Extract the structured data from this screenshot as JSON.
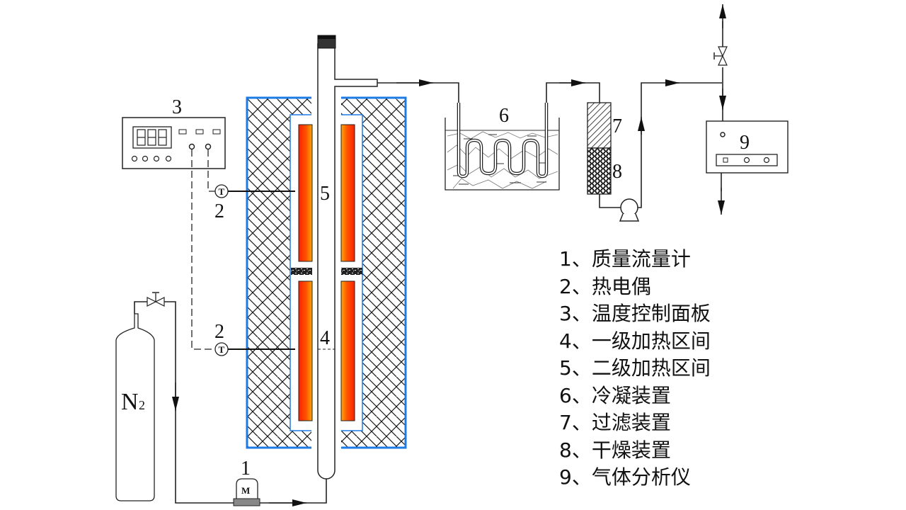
{
  "diagram": {
    "title": "Pyrolysis experimental apparatus schematic",
    "colors": {
      "insulation_border": "#1e7be6",
      "heater_hot": "#ff2a00",
      "heater_warm": "#ff9a00",
      "line": "#222222",
      "cap": "#333333"
    },
    "labels": {
      "mass_flow_meter_num": "1",
      "mass_flow_meter_glyph": "M",
      "thermocouple_num_upper": "2",
      "thermocouple_num_lower": "2",
      "thermocouple_glyph": "T",
      "control_panel_num": "3",
      "zone1_num": "4",
      "zone2_num": "5",
      "condenser_num": "6",
      "filter_num": "7",
      "dryer_num": "8",
      "analyzer_num": "9",
      "gas_cylinder": "N",
      "gas_cylinder_sub": "2"
    },
    "control_panel": {
      "display_digits": "888",
      "indicator_count": 3,
      "button_count": 4,
      "terminal_count": 2
    },
    "analyzer": {
      "controls": [
        "square-button",
        "round-button",
        "round-button"
      ]
    }
  },
  "legend": {
    "items": [
      {
        "num": "1",
        "sep": "、",
        "text": "质量流量计"
      },
      {
        "num": "2",
        "sep": "、",
        "text": "热电偶"
      },
      {
        "num": "3",
        "sep": "、",
        "text": "温度控制面板"
      },
      {
        "num": "4",
        "sep": "、",
        "text": "一级加热区间"
      },
      {
        "num": "5",
        "sep": "、",
        "text": "二级加热区间"
      },
      {
        "num": "6",
        "sep": "、",
        "text": "冷凝装置"
      },
      {
        "num": "7",
        "sep": "、",
        "text": "过滤装置"
      },
      {
        "num": "8",
        "sep": "、",
        "text": "干燥装置"
      },
      {
        "num": "9",
        "sep": "、",
        "text": "气体分析仪"
      }
    ]
  }
}
